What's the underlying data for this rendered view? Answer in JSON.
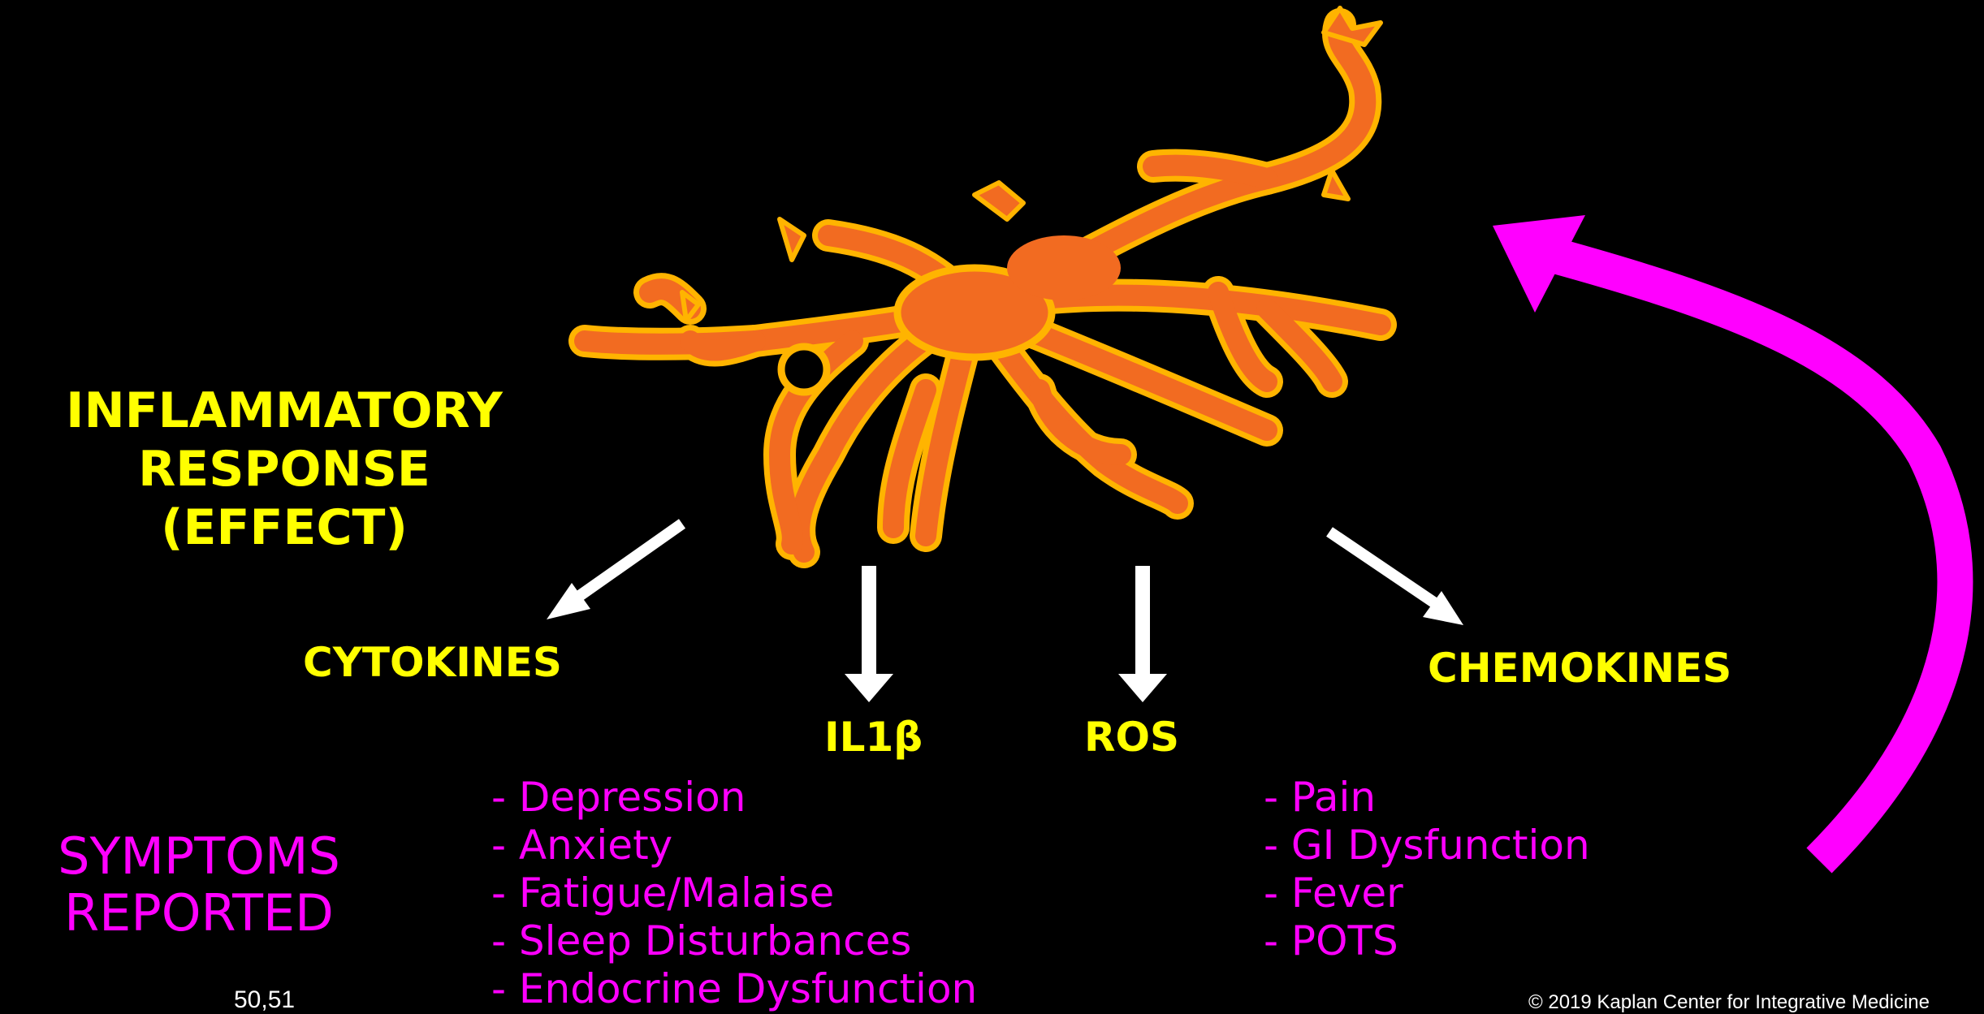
{
  "effect_heading": {
    "line1": "INFLAMMATORY",
    "line2": "RESPONSE",
    "line3": "(EFFECT)"
  },
  "mediators": {
    "cytokines": "CYTOKINES",
    "il1b": "IL1β",
    "ros": "ROS",
    "chemokines": "CHEMOKINES"
  },
  "symptoms_heading": {
    "line1": "SYMPTOMS",
    "line2": "REPORTED"
  },
  "symptoms_left": [
    "- Depression",
    "- Anxiety",
    "- Fatigue/Malaise",
    "- Sleep Disturbances",
    "- Endocrine Dysfunction"
  ],
  "symptoms_right": [
    "- Pain",
    "- GI Dysfunction",
    "- Fever",
    "- POTS"
  ],
  "reference": "50,51",
  "copyright": "© 2019 Kaplan Center for Integrative Medicine",
  "colors": {
    "background": "#000000",
    "heading_yellow": "#ffff00",
    "symptom_magenta": "#ff00ff",
    "arrow_white": "#ffffff",
    "microglia_fill": "#f26b21",
    "microglia_outline": "#ffb400"
  },
  "icons": {
    "cell": "microglia-cell-icon",
    "feedback_arrow": "curved-feedback-arrow"
  }
}
